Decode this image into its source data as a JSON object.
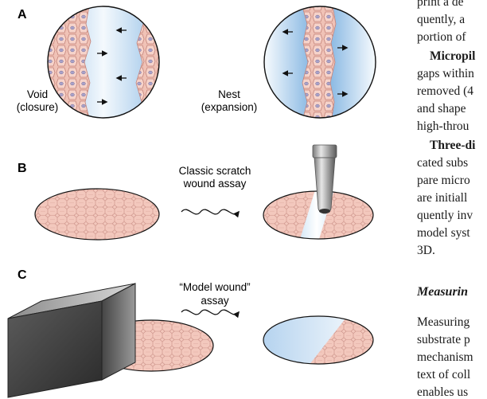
{
  "panels": {
    "a": {
      "letter": "A",
      "left_label_1": "Void",
      "left_label_2": "(closure)",
      "right_label_1": "Nest",
      "right_label_2": "(expansion)"
    },
    "b": {
      "letter": "B",
      "caption_1": "Classic scratch",
      "caption_2": "wound assay"
    },
    "c": {
      "letter": "C",
      "caption_1": "“Model wound”",
      "caption_2": "assay"
    }
  },
  "body_text": {
    "line_1": "print a de",
    "line_2": "quently, a",
    "line_3": "portion of",
    "line_4_bold": "Micropil",
    "line_5": "gaps within",
    "line_6": "removed (4",
    "line_7": "and shape",
    "line_8": "high-throu",
    "line_9_bold": "Three-di",
    "line_10": "cated subs",
    "line_11": "pare micro",
    "line_12": "are initiall",
    "line_13": "quently inv",
    "line_14": "model syst",
    "line_15": "3D.",
    "heading": "Measurin",
    "line_16": "Measuring",
    "line_17": "substrate p",
    "line_18": "mechanism",
    "line_19": "text of coll",
    "line_20": "enables us"
  },
  "colors": {
    "cell_fill": "#f3c8bd",
    "cell_border": "#c98f86",
    "void_blue": "#b9d7ef",
    "text": "#111111"
  }
}
